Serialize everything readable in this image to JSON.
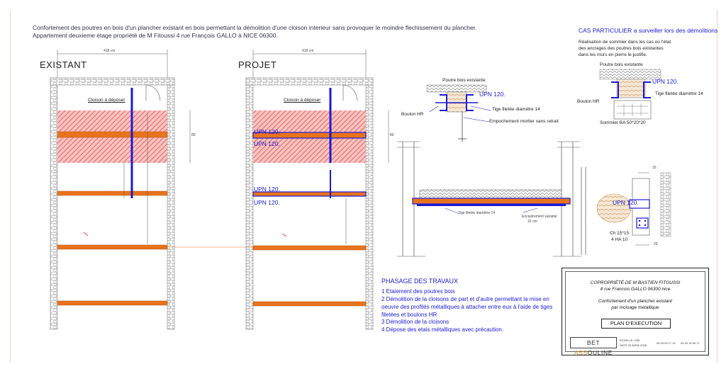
{
  "header": {
    "line1": "Confortement des poutres en bois d'un  plancher existant en bois permettant la démolition d'une cloison  interieur sans provoquer le moindre flechissement du plancher.",
    "line2": "Appartement deuxieme étage propriété de M Fitoussi 4 rue François GALLO à NICE 06300."
  },
  "views": {
    "existant": {
      "title": "EXISTANT",
      "dim": "418 cm",
      "cloison": "Cloison à déposer",
      "side_dim": "80"
    },
    "projet": {
      "title": "PROJET",
      "dim": "418 cm",
      "cloison": "Cloison à déposer",
      "side_dim": "80",
      "upn_labels": [
        "UPN 120.",
        "UPN 120.",
        "UPN 120.",
        "UPN 120."
      ]
    }
  },
  "detail_top": {
    "poutre": "Poutre bois existante",
    "upn": "UPN 120.",
    "boulon": "Boulon HR",
    "tige": "Tige filetée diamètre 14",
    "encoche": "Empochement mortier sans retrait"
  },
  "cas": {
    "title": "CAS PARTICULIER a surveiller lors des démolitions",
    "note1": "Réalisation de sommier dans les cas où l'état",
    "note2": "des ancrages des poutres bois existantes",
    "note3": "dans les murs en pierre le justifie.",
    "poutre": "Poutre bois existante",
    "upn": "UPN 120.",
    "boulon": "Boulon HR",
    "tige": "Tige filetée diamètre 14",
    "sommier": "Sommier BA 50*20*20"
  },
  "section": {
    "tige": "Tige filetée diamètre 14",
    "encastrement": "Encastrement variable",
    "encastrement2": "15  cm"
  },
  "anchor_detail": {
    "dim_top": "15",
    "upn": "UPN 120.",
    "ch": "Ch 15*15",
    "ha": "4 HA 10",
    "dim_bottom": "20"
  },
  "phasage": {
    "title": "PHASAGE DES TRAVAUX",
    "steps": [
      "1 Etaiement des poutres bois",
      "2 Démolition de la cloisons de part et  d'autre permettant la mise en oeuvre des profilés métalliques à attacher entre eux à l'aide de tiges filetées et boulons HR",
      "3 Démolition de la cloisons",
      "4 Dépose des etais métalliques avec précaution."
    ]
  },
  "title_block": {
    "owner": "COPROPRIÉTÉ DE M BASTIEN FITOUSSI",
    "address": "4 rue Francois GALLO  06300 nice",
    "desc1": "Confortement d'un plancher existant",
    "desc2": "par moisage metallique",
    "plan": "PLAN D'EXECUTION",
    "logo_a": "BET ",
    "logo_b": "ASS",
    "logo_c": "OULINE",
    "echelle": "ECHELLE: 1/50",
    "date": "DATE 22 AVRIL 2008",
    "tel": "04 93 00 17 14",
    "fax": "04 93 16 55 17"
  },
  "colors": {
    "beam": "#e8731c",
    "hatch": "#e8484f",
    "steel": "#1a1ad6",
    "wall": "#b8b8b8"
  }
}
